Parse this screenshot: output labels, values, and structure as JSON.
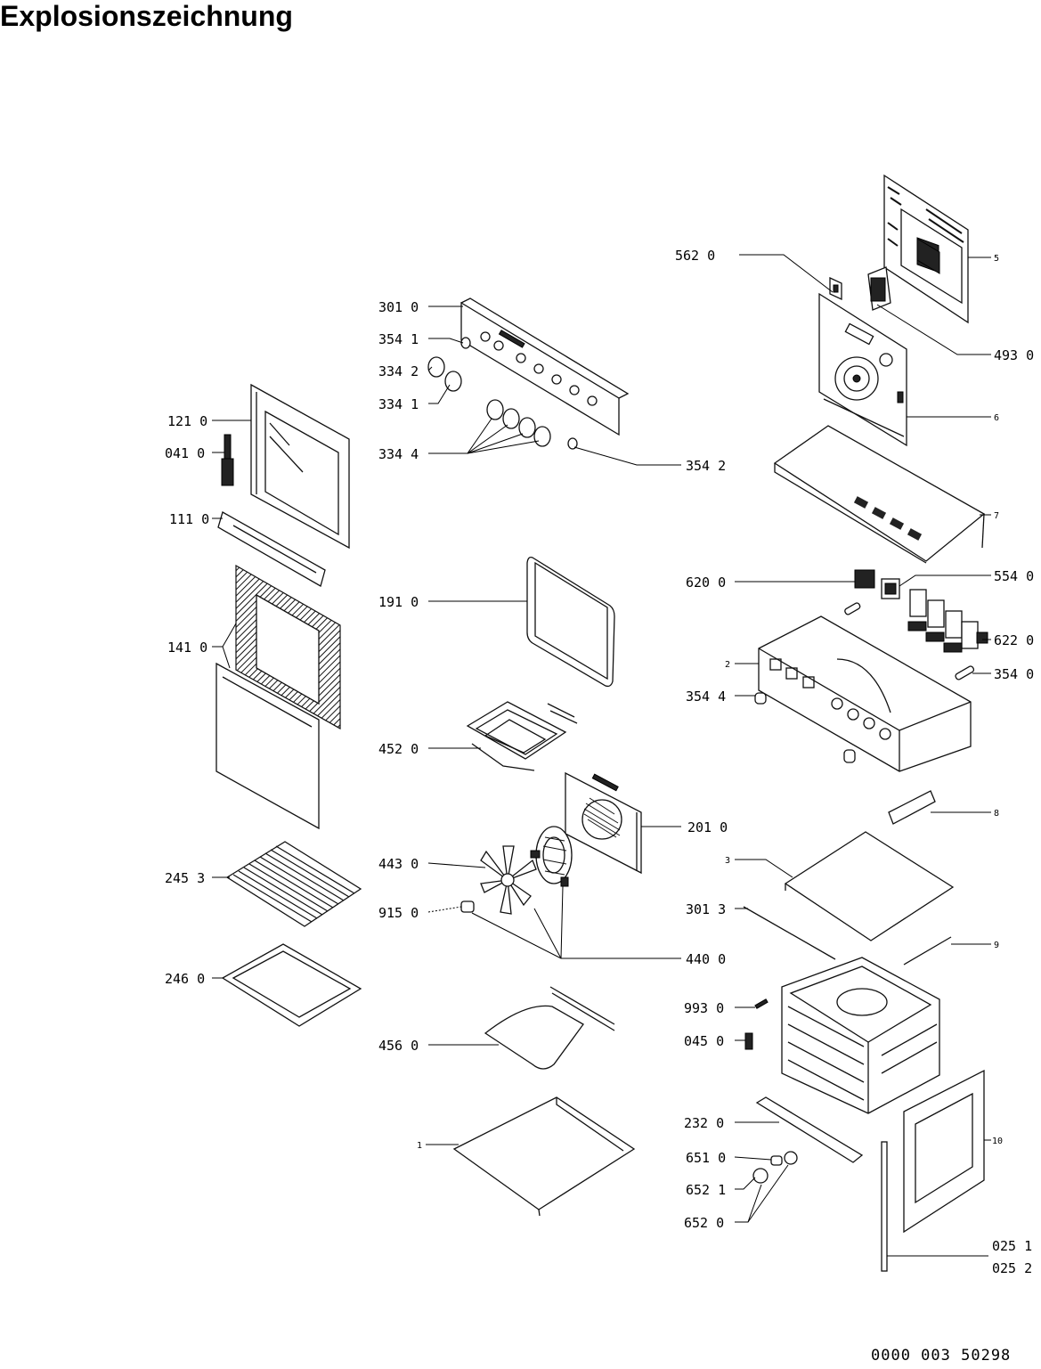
{
  "title": "Explosionszeichnung",
  "document_code": "0000 003 50298",
  "labels": {
    "l5620": "562 0",
    "l5": "5",
    "l4930": "493 0",
    "l6": "6",
    "l7": "7",
    "l3010": "301 0",
    "l3541": "354 1",
    "l3342": "334 2",
    "l3341": "334 1",
    "l3344": "334 4",
    "l3542": "354 2",
    "l1210": "121 0",
    "l0410": "041 0",
    "l1110": "111 0",
    "l1410": "141 0",
    "l1910": "191 0",
    "l6200": "620 0",
    "l5540": "554 0",
    "l6220": "622 0",
    "l2": "2",
    "l3544": "354 4",
    "l3540": "354 0",
    "l4520": "452 0",
    "l2010": "201 0",
    "l8": "8",
    "l3": "3",
    "l4430": "443 0",
    "l2453": "245 3",
    "l9150": "915 0",
    "l3013": "301 3",
    "l4400": "440 0",
    "l9": "9",
    "l2460": "246 0",
    "l9930": "993 0",
    "l0450": "045 0",
    "l4560": "456 0",
    "l1": "1",
    "l2320": "232 0",
    "l6510": "651 0",
    "l6521": "652 1",
    "l6520": "652 0",
    "l10": "10",
    "l0251": "025 1",
    "l0252": "025 2"
  }
}
